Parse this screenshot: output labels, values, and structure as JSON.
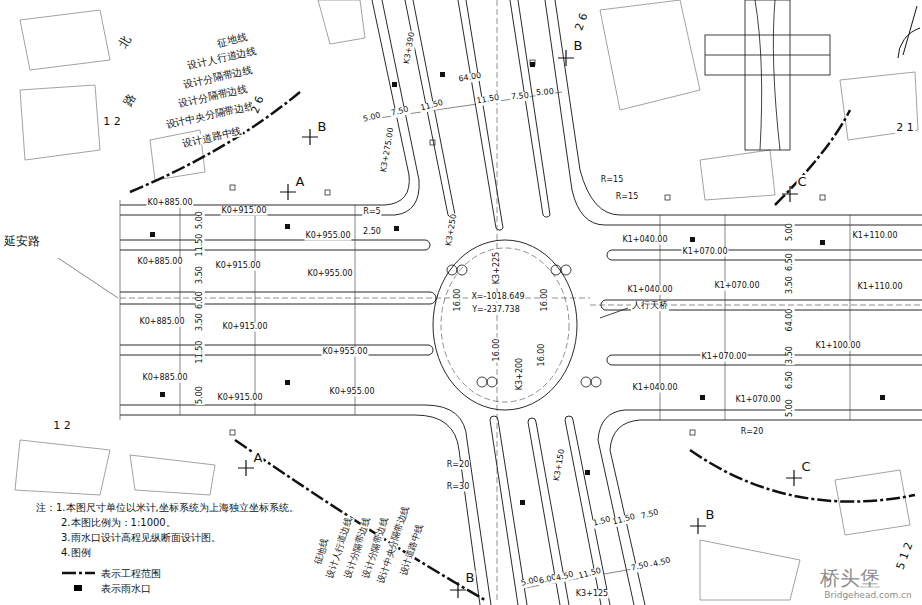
{
  "diagram": {
    "labels": [
      "征地线",
      "设计人行道边线",
      "设计分隔带边线",
      "设计分隔带边线",
      "设计中央分隔带边线",
      "设计道路中线",
      "北",
      "路",
      "延安路",
      "K0+885.00",
      "K0+915.00",
      "K0+955.00",
      "K0+885.00",
      "K0+915.00",
      "K0+955.00",
      "K0+885.00",
      "K0+915.00",
      "K0+955.00",
      "K0+885.00",
      "K0+915.00",
      "K0+955.00",
      "5.00",
      "11.50",
      "3.50",
      "6.00",
      "3.50",
      "11.50",
      "5.00",
      "K3+390",
      "5.00",
      "7.50",
      "11.50",
      "11.50",
      "7.50",
      "5.00",
      "64.00",
      "K3+275.00",
      "K3+250",
      "K3+225",
      "R=5",
      "R=15",
      "R=15",
      "2.50",
      "X=-1018.649",
      "Y=-237.738",
      "16.00",
      "16.00",
      "16.00",
      "16.00",
      "K3+200",
      "人行天桥",
      "K1+040.00",
      "K1+070.00",
      "K1+110.00",
      "K1+040.00",
      "K1+070.00",
      "K1+110.00",
      "K1+040.00",
      "K1+070.00",
      "K1+100.00",
      "K1+070.00",
      "R=20",
      "64.00",
      "5.00",
      "6.50",
      "3.50",
      "3.50",
      "6.50",
      "5.00",
      "R=20",
      "R=30",
      "K3+150",
      "K3+125",
      "1.50",
      "11.50",
      "7.50",
      "5.00",
      "6.00",
      "4.50",
      "11.50",
      "7.50",
      "4.50",
      "注：1.本图尺寸单位以米计,坐标系统为上海独立坐标系统。",
      "2.本图比例为：1:1000。",
      "3.雨水口设计高程见纵断面设计图。",
      "4.图例",
      "A",
      "A",
      "B",
      "B",
      "B",
      "B",
      "C",
      "C",
      "1 2",
      "1 2",
      "2 6",
      "2 6",
      "2 1",
      "5 1 2",
      "征地线",
      "设计人行道边线",
      "设计分隔带边线",
      "设计分隔带边线",
      "设计中央分隔带边线",
      "设计道路中线",
      "桥头堡",
      "Bridgehead.com.cn"
    ],
    "legend": [
      {
        "text": "表示工程范围"
      },
      {
        "text": "表示雨水口",
        "color": "#000000"
      }
    ]
  }
}
